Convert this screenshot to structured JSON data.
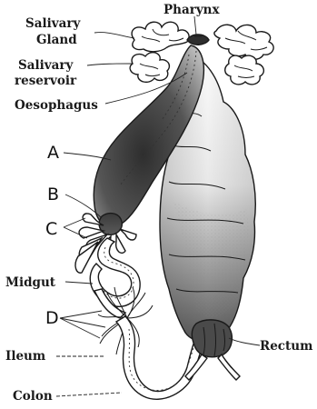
{
  "diagram": {
    "labels": {
      "pharynx": "Pharynx",
      "salivary_gland_line1": "Salivary",
      "salivary_gland_line2": "Gland",
      "salivary_reservoir_line1": "Salivary",
      "salivary_reservoir_line2": "reservoir",
      "oesophagus": "Oesophagus",
      "a": "A",
      "b": "B",
      "c": "C",
      "midgut": "Midgut",
      "d": "D",
      "ileum": "Ileum",
      "rectum": "Rectum",
      "colon": "Colon"
    },
    "colors": {
      "ink": "#1a1a1a",
      "crop_dark": "#3a3a3a",
      "body_light": "#f3f3f3",
      "gland_fill": "#ffffff"
    }
  }
}
